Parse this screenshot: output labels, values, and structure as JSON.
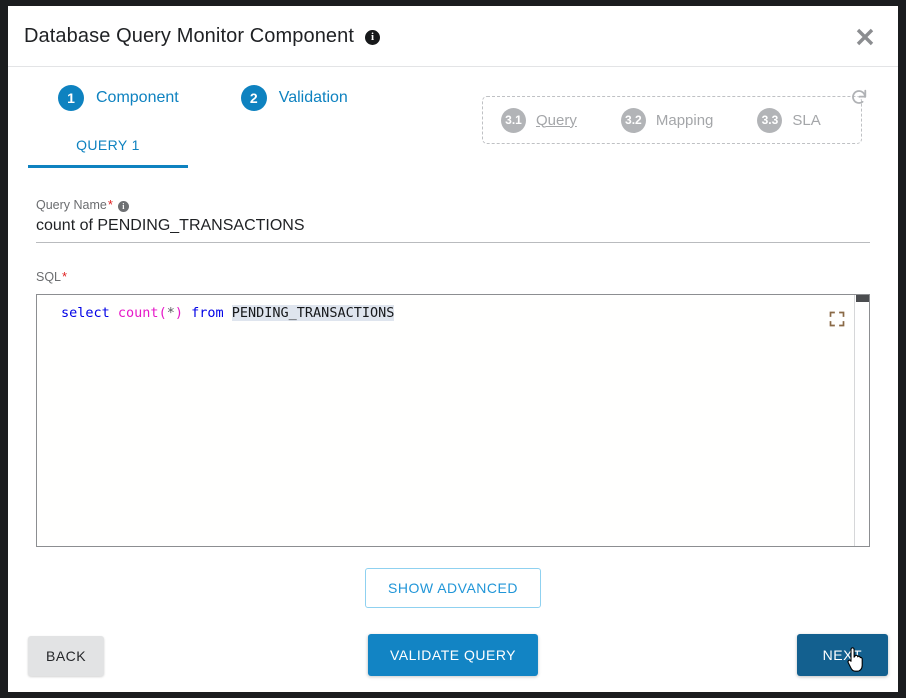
{
  "dialog": {
    "title": "Database Query Monitor Component",
    "title_info_icon": "info-icon",
    "close_icon": "close-icon"
  },
  "steps": [
    {
      "number": "1",
      "label": "Component"
    },
    {
      "number": "2",
      "label": "Validation"
    }
  ],
  "substeps": {
    "refresh_icon": "refresh-icon",
    "items": [
      {
        "number": "3.1",
        "label": "Query",
        "active": true
      },
      {
        "number": "3.2",
        "label": "Mapping",
        "active": false
      },
      {
        "number": "3.3",
        "label": "SLA",
        "active": false
      }
    ]
  },
  "tabs": [
    {
      "label": "QUERY 1",
      "selected": true
    }
  ],
  "form": {
    "query_name": {
      "label": "Query Name",
      "required_marker": "*",
      "info_icon": "info-icon",
      "value": "count of PENDING_TRANSACTIONS",
      "placeholder": "Query Name"
    },
    "sql": {
      "label": "SQL",
      "required_marker": "*",
      "expand_icon": "fullscreen-icon",
      "tokens": [
        {
          "text": "select",
          "type": "keyword"
        },
        {
          "text": " ",
          "type": "plain"
        },
        {
          "text": "count",
          "type": "function"
        },
        {
          "text": "(",
          "type": "punct"
        },
        {
          "text": "*",
          "type": "star"
        },
        {
          "text": ")",
          "type": "punct"
        },
        {
          "text": " ",
          "type": "plain"
        },
        {
          "text": "from",
          "type": "keyword"
        },
        {
          "text": " ",
          "type": "plain"
        },
        {
          "text": "PENDING_TRANSACTIONS",
          "type": "identifier"
        }
      ],
      "value": "select count(*) from PENDING_TRANSACTIONS"
    }
  },
  "buttons": {
    "show_advanced": "SHOW ADVANCED",
    "back": "BACK",
    "validate_query": "VALIDATE QUERY",
    "next": "NEXT"
  },
  "colors": {
    "accent_blue": "#0e82c0",
    "next_blue": "#13608f",
    "validate_blue": "#1284c4",
    "muted_gray": "#a4a6a9",
    "required_red": "#e02020",
    "sql_keyword": "#0000e6",
    "sql_function": "#e618c8",
    "sql_identifier_bg": "#dfe5ee"
  },
  "cursor": "pointer-hand"
}
